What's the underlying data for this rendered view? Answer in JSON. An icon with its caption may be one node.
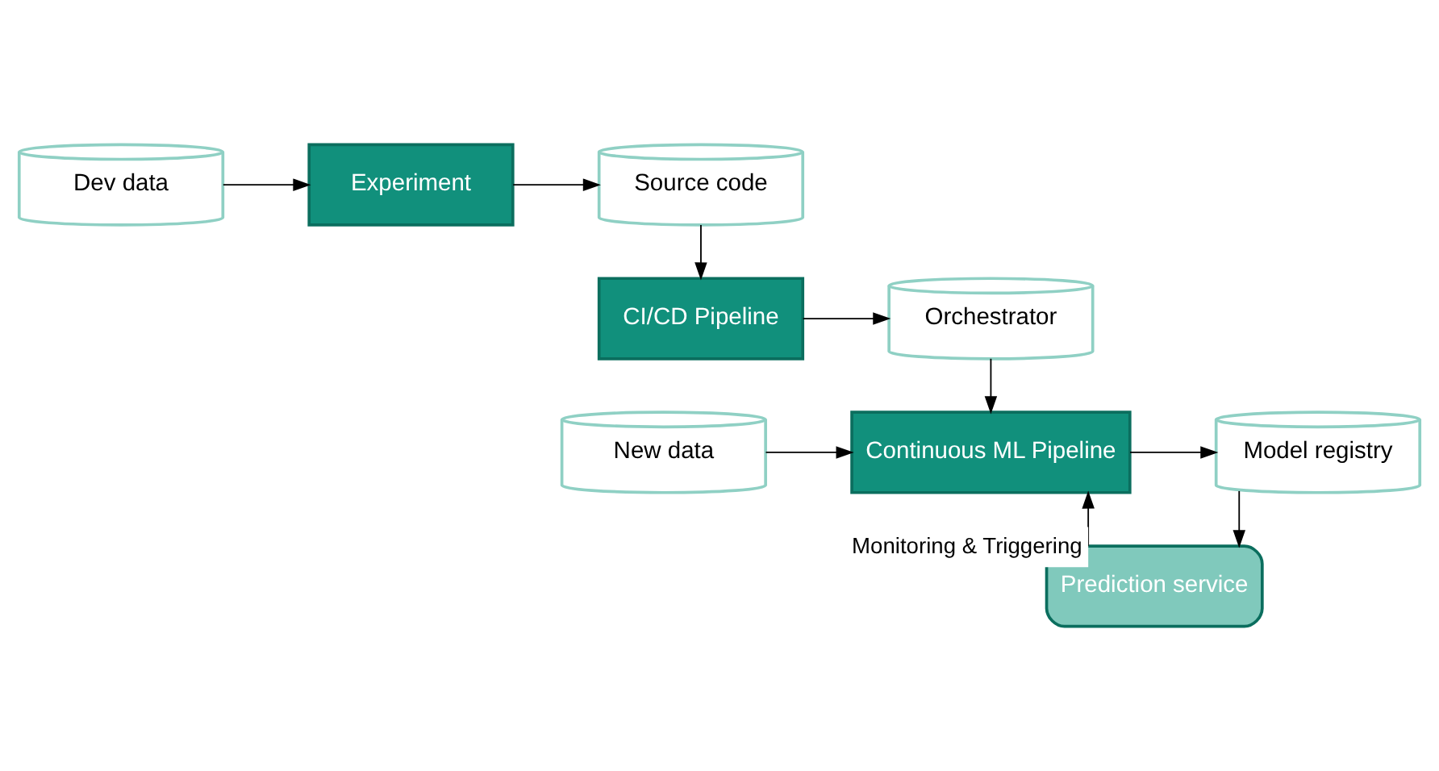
{
  "diagram": {
    "nodes": [
      {
        "text": [
          "Dev data"
        ]
      },
      {
        "text": [
          "Experiment"
        ]
      },
      {
        "text": [
          "Source code"
        ]
      },
      {
        "text": [
          "CI/CD Pipeline"
        ]
      },
      {
        "text": [
          "Orchestrator"
        ]
      },
      {
        "text": [
          "New data"
        ]
      },
      {
        "text": [
          "Continuous ML Pipeline"
        ]
      },
      {
        "text": [
          "Model registry"
        ]
      },
      {
        "text": [
          "Prediction service"
        ]
      }
    ],
    "edges": [
      {
        "from": 0,
        "to": 1,
        "arrow": "to"
      },
      {
        "from": 1,
        "to": 2,
        "arrow": "to"
      },
      {
        "from": 2,
        "to": 3,
        "arrow": "to"
      },
      {
        "from": 3,
        "to": 4,
        "arrow": "to"
      },
      {
        "from": 4,
        "to": 6,
        "arrow": "to"
      },
      {
        "from": 5,
        "to": 6,
        "arrow": "to"
      },
      {
        "from": 6,
        "to": 7,
        "arrow": "to"
      },
      {
        "from": 7,
        "to": 8,
        "arrow": "to"
      },
      {
        "from": 8,
        "to": 6,
        "arrow": "to",
        "label": "Monitoring & Triggering"
      }
    ]
  }
}
